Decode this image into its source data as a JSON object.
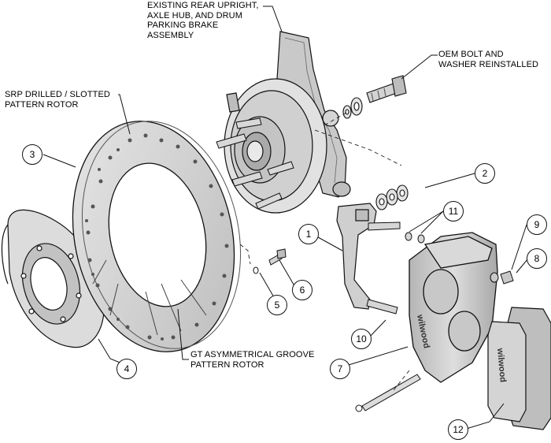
{
  "labels": {
    "upright": "EXISTING REAR UPRIGHT,\nAXLE HUB, AND DRUM\nPARKING BRAKE\nASSEMBLY",
    "oem_bolt": "OEM BOLT AND\nWASHER REINSTALLED",
    "srp_rotor": "SRP DRILLED / SLOTTED\nPATTERN ROTOR",
    "gt_rotor": "GT ASYMMETRICAL GROOVE\nPATTERN ROTOR"
  },
  "callouts": {
    "c1": "1",
    "c2": "2",
    "c3": "3",
    "c4": "4",
    "c5": "5",
    "c6": "6",
    "c7": "7",
    "c8": "8",
    "c9": "9",
    "c10": "10",
    "c11": "11",
    "c12": "12"
  },
  "brand": "wilwood",
  "colors": {
    "line": "#111111",
    "metal": "#c9c9c9",
    "metal_light": "#e2e2e2",
    "metal_dark": "#9a9a9a"
  }
}
